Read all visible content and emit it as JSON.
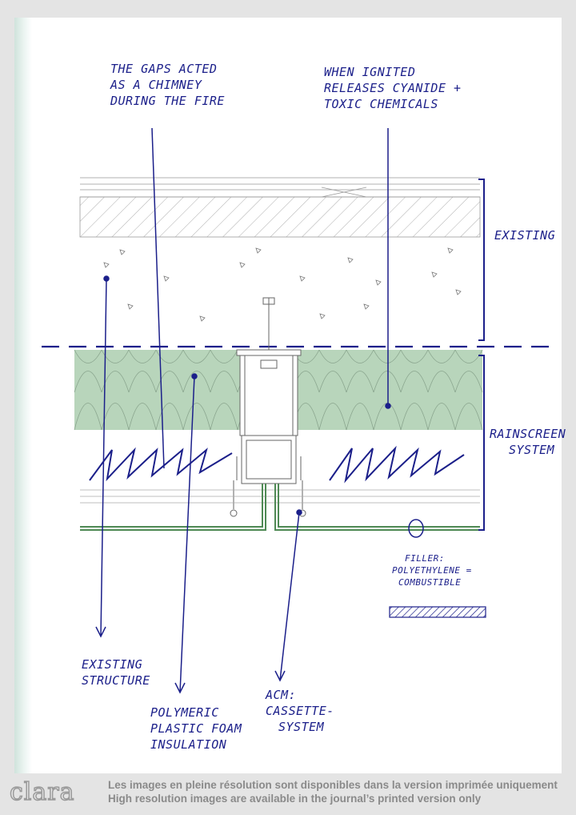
{
  "annotations": {
    "chimney": [
      "The gaps acted",
      "as a chimney",
      "during the fire"
    ],
    "cyanide": [
      "When ignited",
      "releases cyanide +",
      "toxic chemicals"
    ],
    "existing": "Existing",
    "rainscreen": [
      "Rainscreen",
      "system"
    ],
    "filler": [
      "Filler:",
      "Polyethylene =",
      "combustible"
    ],
    "existing_structure": [
      "Existing",
      "structure"
    ],
    "insulation": [
      "Polymeric",
      "plastic foam",
      "insulation"
    ],
    "acm": [
      "ACM:",
      "Cassette-",
      "system"
    ]
  },
  "footer": {
    "logo": "clara",
    "line_fr": "Les images en pleine résolution sont disponibles dans la version imprimée uniquement",
    "line_en": "High resolution images are available in the journal’s printed version only"
  },
  "colors": {
    "ink": "#1b1f8a",
    "insulation": "#b8d5bb",
    "panel": "#4f8a55"
  }
}
